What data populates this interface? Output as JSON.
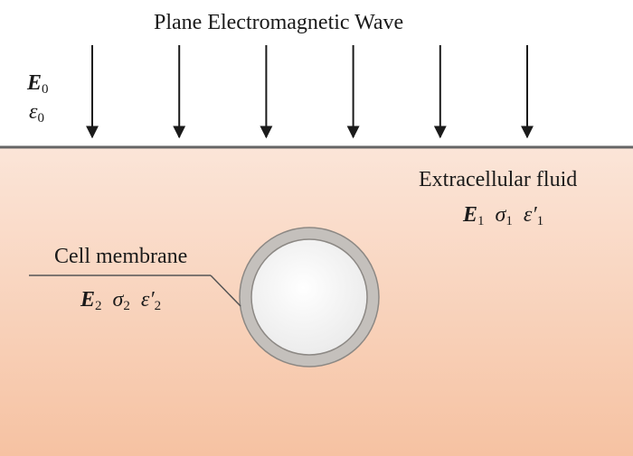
{
  "diagram": {
    "title": "Plane Electromagnetic Wave",
    "incident_medium": {
      "field_symbol": "E",
      "field_subscript": "0",
      "permittivity_symbol": "ε",
      "permittivity_subscript": "0"
    },
    "extracellular": {
      "label": "Extracellular fluid",
      "field_symbol": "E",
      "field_subscript": "1",
      "conductivity_symbol": "σ",
      "conductivity_subscript": "1",
      "permittivity_symbol": "ε′",
      "permittivity_subscript": "1"
    },
    "membrane": {
      "label": "Cell membrane",
      "field_symbol": "E",
      "field_subscript": "2",
      "conductivity_symbol": "σ",
      "conductivity_subscript": "2",
      "permittivity_symbol": "ε′",
      "permittivity_subscript": "2"
    },
    "arrow_count": 6,
    "colors": {
      "fluid_top": "#fbe5d8",
      "fluid_bottom": "#f6c2a2",
      "boundary": "#666666",
      "membrane_ring": "#c4c0bc",
      "cell_interior": "#f4f4f4",
      "ink": "#1a1a1a"
    }
  }
}
